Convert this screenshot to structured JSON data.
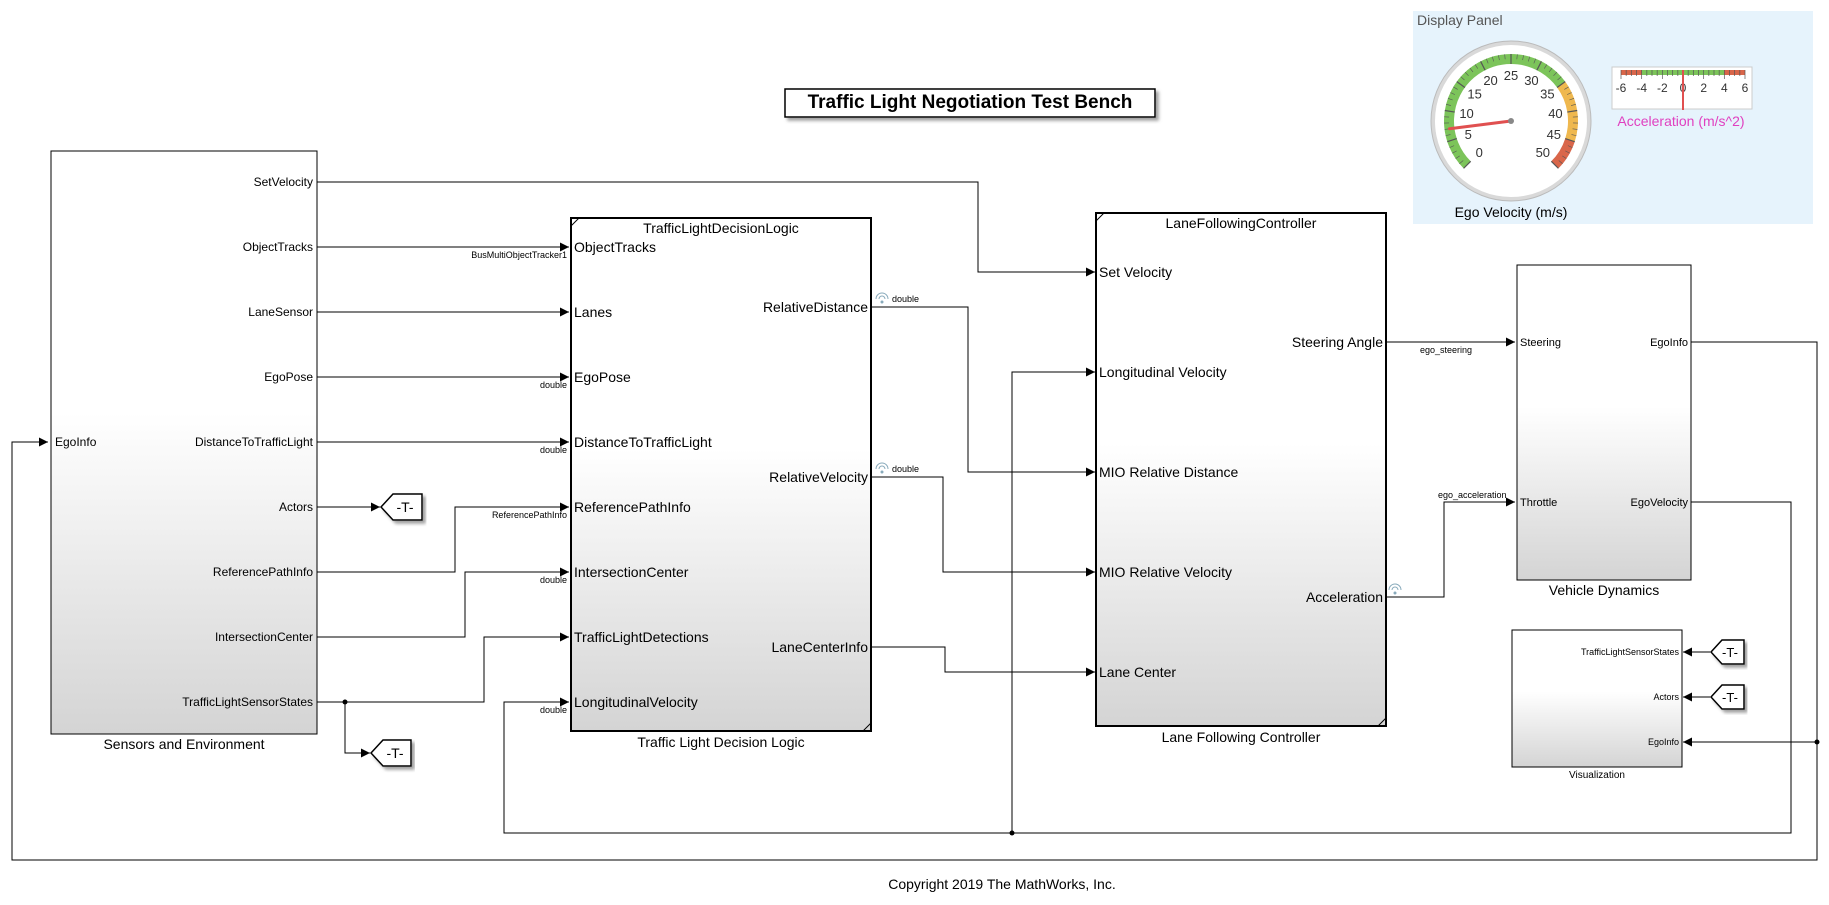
{
  "title": "Traffic Light Negotiation Test Bench",
  "copyright": "Copyright 2019 The MathWorks, Inc.",
  "display_panel": {
    "title": "Display Panel",
    "velocity_gauge": {
      "label": "Ego Velocity (m/s)",
      "ticks": [
        "0",
        "5",
        "10",
        "15",
        "20",
        "25",
        "30",
        "35",
        "40",
        "45",
        "50"
      ],
      "value": 7
    },
    "accel_gauge": {
      "label": "Acceleration (m/s^2)",
      "ticks": [
        "-6",
        "-4",
        "-2",
        "0",
        "2",
        "4",
        "6"
      ],
      "value": 0
    }
  },
  "blocks": {
    "sensors": {
      "name": "Sensors and Environment",
      "inputs": [
        "EgoInfo"
      ],
      "outputs": [
        "SetVelocity",
        "ObjectTracks",
        "LaneSensor",
        "EgoPose",
        "DistanceToTrafficLight",
        "Actors",
        "ReferencePathInfo",
        "IntersectionCenter",
        "TrafficLightSensorStates"
      ]
    },
    "decision": {
      "name": "Traffic Light Decision Logic",
      "header": "TrafficLightDecisionLogic",
      "inputs": [
        "ObjectTracks",
        "Lanes",
        "EgoPose",
        "DistanceToTrafficLight",
        "ReferencePathInfo",
        "IntersectionCenter",
        "TrafficLightDetections",
        "LongitudinalVelocity"
      ],
      "outputs": [
        "RelativeDistance",
        "RelativeVelocity",
        "LaneCenterInfo"
      ]
    },
    "controller": {
      "name": "Lane Following Controller",
      "header": "LaneFollowingController",
      "inputs": [
        "Set Velocity",
        "Longitudinal Velocity",
        "MIO Relative Distance",
        "MIO Relative Velocity",
        "Lane Center"
      ],
      "outputs": [
        "Steering Angle",
        "Acceleration"
      ]
    },
    "vehicle": {
      "name": "Vehicle Dynamics",
      "inputs": [
        "Steering",
        "Throttle"
      ],
      "outputs": [
        "EgoInfo",
        "EgoVelocity"
      ]
    },
    "visualization": {
      "name": "Visualization",
      "inputs": [
        "TrafficLightSensorStates",
        "Actors",
        "EgoInfo"
      ]
    }
  },
  "goto_tag": "-T-",
  "signal_labels": {
    "bus_tracker": "BusMultiObjectTracker1",
    "egopose_type": "double",
    "dist_type": "double",
    "refpath": "ReferencePathInfo",
    "intersection_type": "double",
    "longvel_type": "double",
    "reldist_type": "double",
    "relvel_type": "double",
    "ego_steering": "ego_steering",
    "ego_acceleration": "ego_acceleration"
  }
}
